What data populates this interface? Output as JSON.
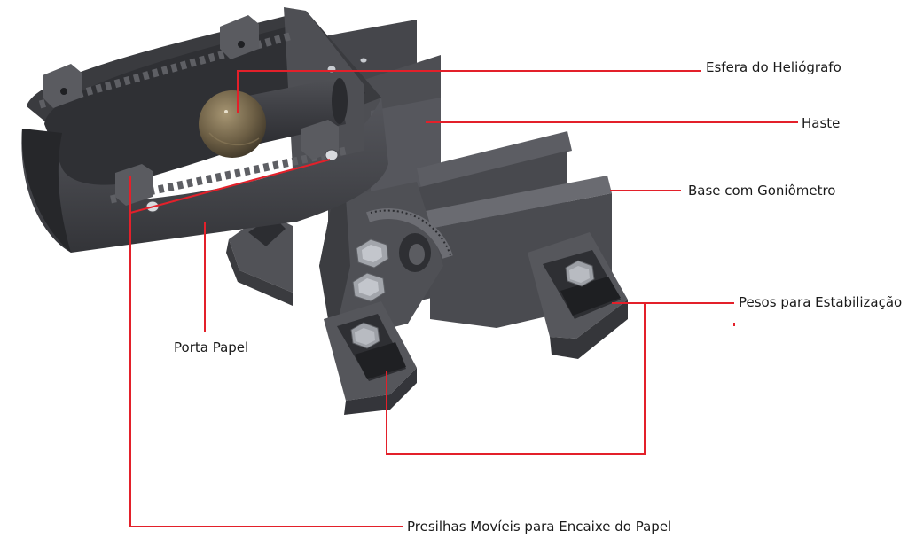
{
  "labels": {
    "sphere": "Esfera do Heliógrafo",
    "rod": "Haste",
    "base": "Base com Goniômetro",
    "weights": "Pesos para Estabilização",
    "paper_holder": "Porta Papel",
    "clips": "Presilhas Movíeis para Encaixe do Papel"
  },
  "colors": {
    "leader_line": "#e3202a",
    "body_dark": "#3d3e42",
    "body_mid": "#4a4b50",
    "body_light": "#5a5b61",
    "sphere": "#6b5d45",
    "nut": "#9a9ca2"
  }
}
